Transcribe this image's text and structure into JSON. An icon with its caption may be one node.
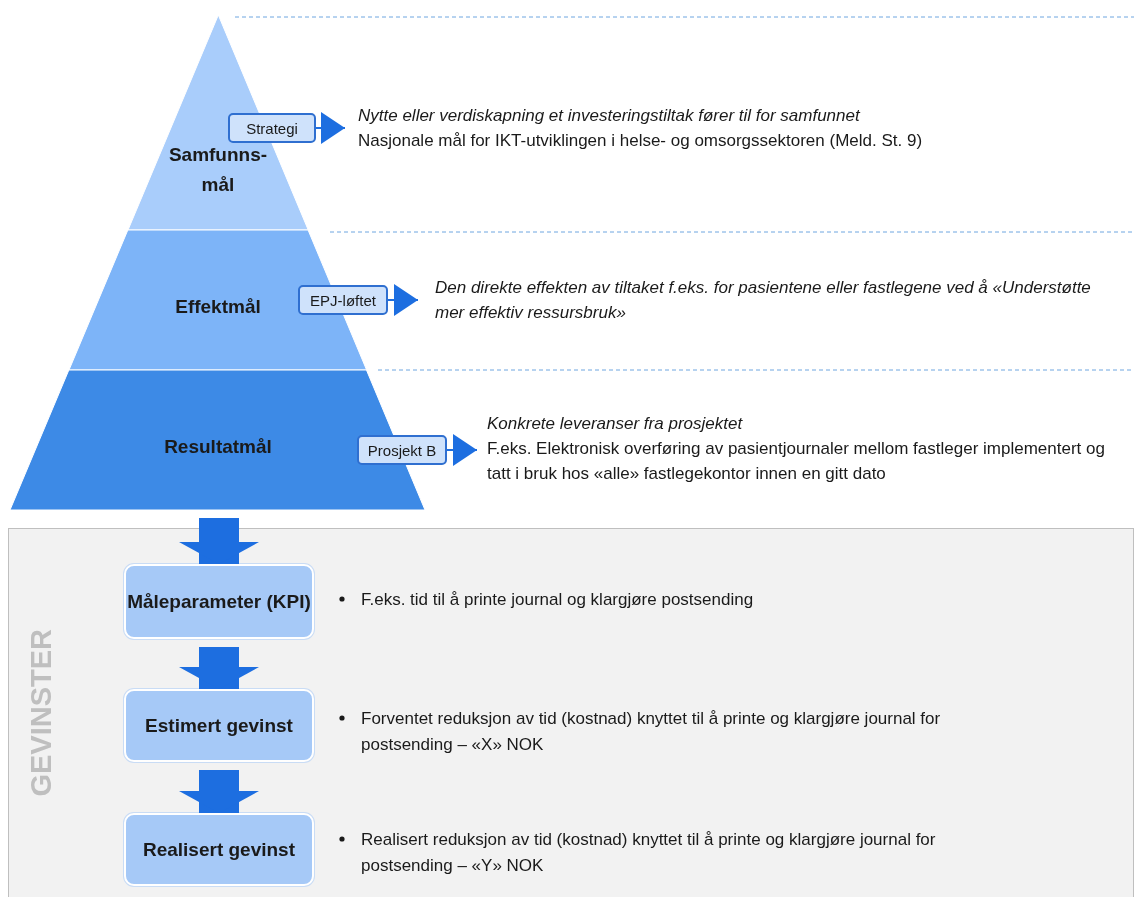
{
  "diagram": {
    "nodes": [
      {
        "text": [
          "Samfunns- mål"
        ]
      },
      {
        "text": [
          "Effektmål"
        ]
      },
      {
        "text": [
          "Resultatmål"
        ]
      },
      {
        "text": [
          "Strategi"
        ]
      },
      {
        "text": [
          "EPJ-løftet"
        ]
      },
      {
        "text": [
          "Prosjekt B"
        ]
      },
      {
        "text": [
          "Nytte eller verdiskapning et investeringstiltak fører til for samfunnet",
          "Nasjonale mål for IKT-utviklingen i helse- og omsorgssektoren (Meld. St. 9)"
        ]
      },
      {
        "text": [
          "Den direkte effekten av tiltaket f.eks. for pasientene eller fastlegene ved å «Understøtte mer effektiv ressursbruk»"
        ]
      },
      {
        "text": [
          "Konkrete leveranser fra prosjektet",
          "F.eks. Elektronisk overføring av pasientjournaler mellom fastleger implementert og tatt i bruk hos «alle» fastlegekontor innen en gitt dato"
        ]
      },
      {
        "text": [
          "GEVINSTER"
        ]
      },
      {
        "text": [
          "Måleparameter (KPI)"
        ],
        "in": 9,
        "beside": [
          "F.eks. tid til å printe journal og klargjøre postsending"
        ]
      },
      {
        "text": [
          "Estimert gevinst"
        ],
        "in": 9,
        "beside": [
          "Forventet reduksjon av tid (kostnad) knyttet til å printe og klargjøre journal for postsending – «X» NOK"
        ]
      },
      {
        "text": [
          "Realisert gevinst"
        ],
        "in": 9,
        "beside": [
          "Realisert reduksjon av tid (kostnad) knyttet til å printe og klargjøre journal for postsending – «Y» NOK"
        ]
      }
    ],
    "edges": [
      {
        "from": 3,
        "to": 6,
        "arrow": "to"
      },
      {
        "from": 4,
        "to": 7,
        "arrow": "to"
      },
      {
        "from": 5,
        "to": 8,
        "arrow": "to"
      },
      {
        "from": 2,
        "to": 10,
        "arrow": "to",
        "style": "thick"
      },
      {
        "from": 10,
        "to": 11,
        "arrow": "to",
        "style": "thick"
      },
      {
        "from": 11,
        "to": 12,
        "arrow": "to",
        "style": "thick"
      }
    ]
  }
}
